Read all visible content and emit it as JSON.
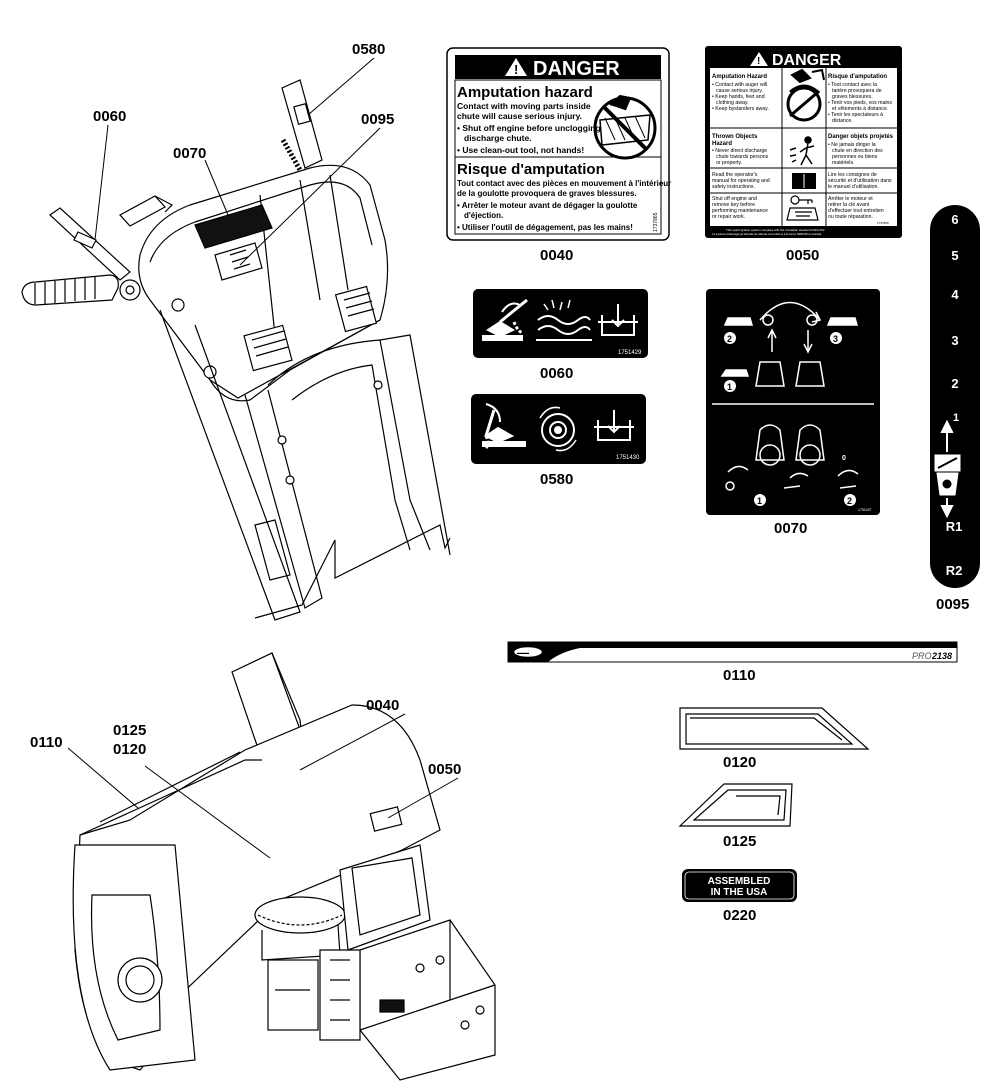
{
  "callouts": {
    "c0580": "0580",
    "c0060": "0060",
    "c0095": "0095",
    "c0070": "0070",
    "c0110": "0110",
    "c0125": "0125",
    "c0120": "0120",
    "c0040": "0040",
    "c0050": "0050"
  },
  "captions": {
    "d0040": "0040",
    "d0050": "0050",
    "d0060": "0060",
    "d0580": "0580",
    "d0070": "0070",
    "d0095": "0095",
    "d0110": "0110",
    "d0120": "0120",
    "d0125": "0125",
    "d0220": "0220"
  },
  "decal_0040": {
    "header": "DANGER",
    "en_title": "Amputation hazard",
    "en_line1": "Contact with moving parts inside",
    "en_line2": "chute will cause serious injury.",
    "en_b1a": "• Shut off engine before unclogging",
    "en_b1b": "discharge chute.",
    "en_b2": "• Use clean-out tool, not hands!",
    "fr_title": "Risque d'amputation",
    "fr_line1": "Tout contact avec des pièces en mouvement à l'intérieur",
    "fr_line2": "de la goulotte provoquera de graves blessures.",
    "fr_b1a": "• Arrêter le moteur avant de dégager la goulotte",
    "fr_b1b": "d'éjection.",
    "fr_b2": "• Utiliser l'outil de dégagement, pas les mains!",
    "part_no": "1737865"
  },
  "decal_0050": {
    "header": "DANGER",
    "amp_title": "Amputation Hazard",
    "amp_1": "• Contact with auger will",
    "amp_2": "cause serious injury.",
    "amp_3": "• Keep hands, feet and",
    "amp_4": "clothing away.",
    "amp_5": "• Keep bystanders away.",
    "amp_fr_title": "Risque d'amputation",
    "amp_fr_1": "• Tout contact avec la",
    "amp_fr_2": "tarière provoquera de",
    "amp_fr_3": "graves blessures.",
    "amp_fr_4": "• Tenir vos pieds, vos mains",
    "amp_fr_5": "et vêtements à distance.",
    "amp_fr_6": "• Tenir les spectateurs à",
    "amp_fr_7": "distance.",
    "thr_title": "Thrown Objects",
    "thr_title2": "Hazard",
    "thr_1": "• Never direct discharge",
    "thr_2": "chute towards persons",
    "thr_3": "or property.",
    "thr_fr_title": "Danger objets projetés",
    "thr_fr_1": "• Ne jamais diriger la",
    "thr_fr_2": "chute en direction des",
    "thr_fr_3": "personnes ou biens",
    "thr_fr_4": "matériels.",
    "man_1": "Read the operator's",
    "man_2": "manual for operating and",
    "man_3": "safety instructions.",
    "man_fr_1": "Lire les consignes de",
    "man_fr_2": "sécurité et d'utilisation dans",
    "man_fr_3": "le manuel d'utilisation.",
    "key_1": "Shut off engine and",
    "key_2": "remove key before",
    "key_3": "performing maintenance",
    "key_4": "or repair work.",
    "key_fr_1": "Arrêter le moteur et",
    "key_fr_2": "retirer la clé avant",
    "key_fr_3": "d'effectuer tout entretien",
    "key_fr_4": "ou toute réparation.",
    "foot_1": "This spark ignition system complies with the Canadian standard ICES-002.",
    "foot_2": "Ce système d'allumage par étincelle du véhicule est conforme à la norme NMB-002 du Canada.",
    "part_no": "1737866"
  },
  "decal_0060": {
    "part_no": "1751429"
  },
  "decal_0580": {
    "part_no": "1751430"
  },
  "decal_0070": {
    "n2a": "2",
    "n3": "3",
    "n1a": "1",
    "n1b": "1",
    "n2b": "2",
    "n0": "0",
    "part_no": "1751427"
  },
  "decal_0095": {
    "g6": "6",
    "g5": "5",
    "g4": "4",
    "g3": "3",
    "g2": "2",
    "g1": "1",
    "r1": "R1",
    "r2": "R2"
  },
  "decal_0110": {
    "model": "PRO",
    "model_num": "2138"
  },
  "decal_0220": {
    "line1": "ASSEMBLED",
    "line2": "IN THE USA"
  },
  "colors": {
    "ink": "#000000",
    "paper": "#ffffff",
    "shade": "#3a3a3a"
  }
}
